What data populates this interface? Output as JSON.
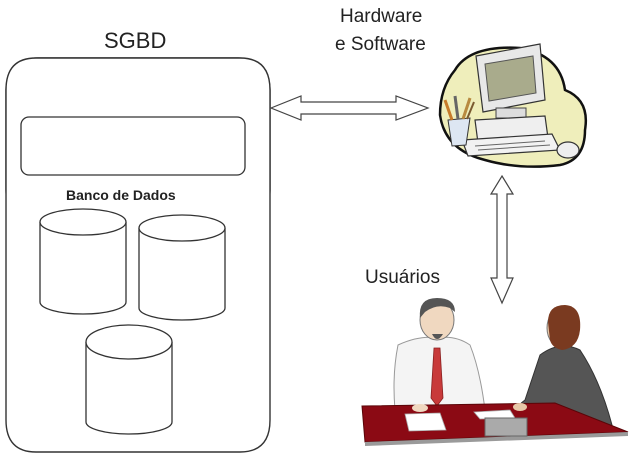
{
  "diagram": {
    "sgbd": {
      "label": "SGBD",
      "database_group_label": "Banco de Dados",
      "database_count": 3
    },
    "hardware_software": {
      "label_line1": "Hardware",
      "label_line2": "e Software",
      "icon": "computer-with-tools-icon"
    },
    "users": {
      "label": "Usuários",
      "icon": "two-people-at-desk-icon"
    },
    "connections": [
      {
        "from": "SGBD",
        "to": "Hardware e Software",
        "type": "bidirectional"
      },
      {
        "from": "Hardware e Software",
        "to": "Usuários",
        "type": "bidirectional"
      }
    ],
    "colors": {
      "outline": "#333333",
      "blob": "#efeebb",
      "monitor_screen": "#a9ab8c",
      "table": "#8b0a14",
      "tie": "#c83a3a",
      "jacket": "#555555",
      "hair_red": "#7a3a20"
    }
  }
}
